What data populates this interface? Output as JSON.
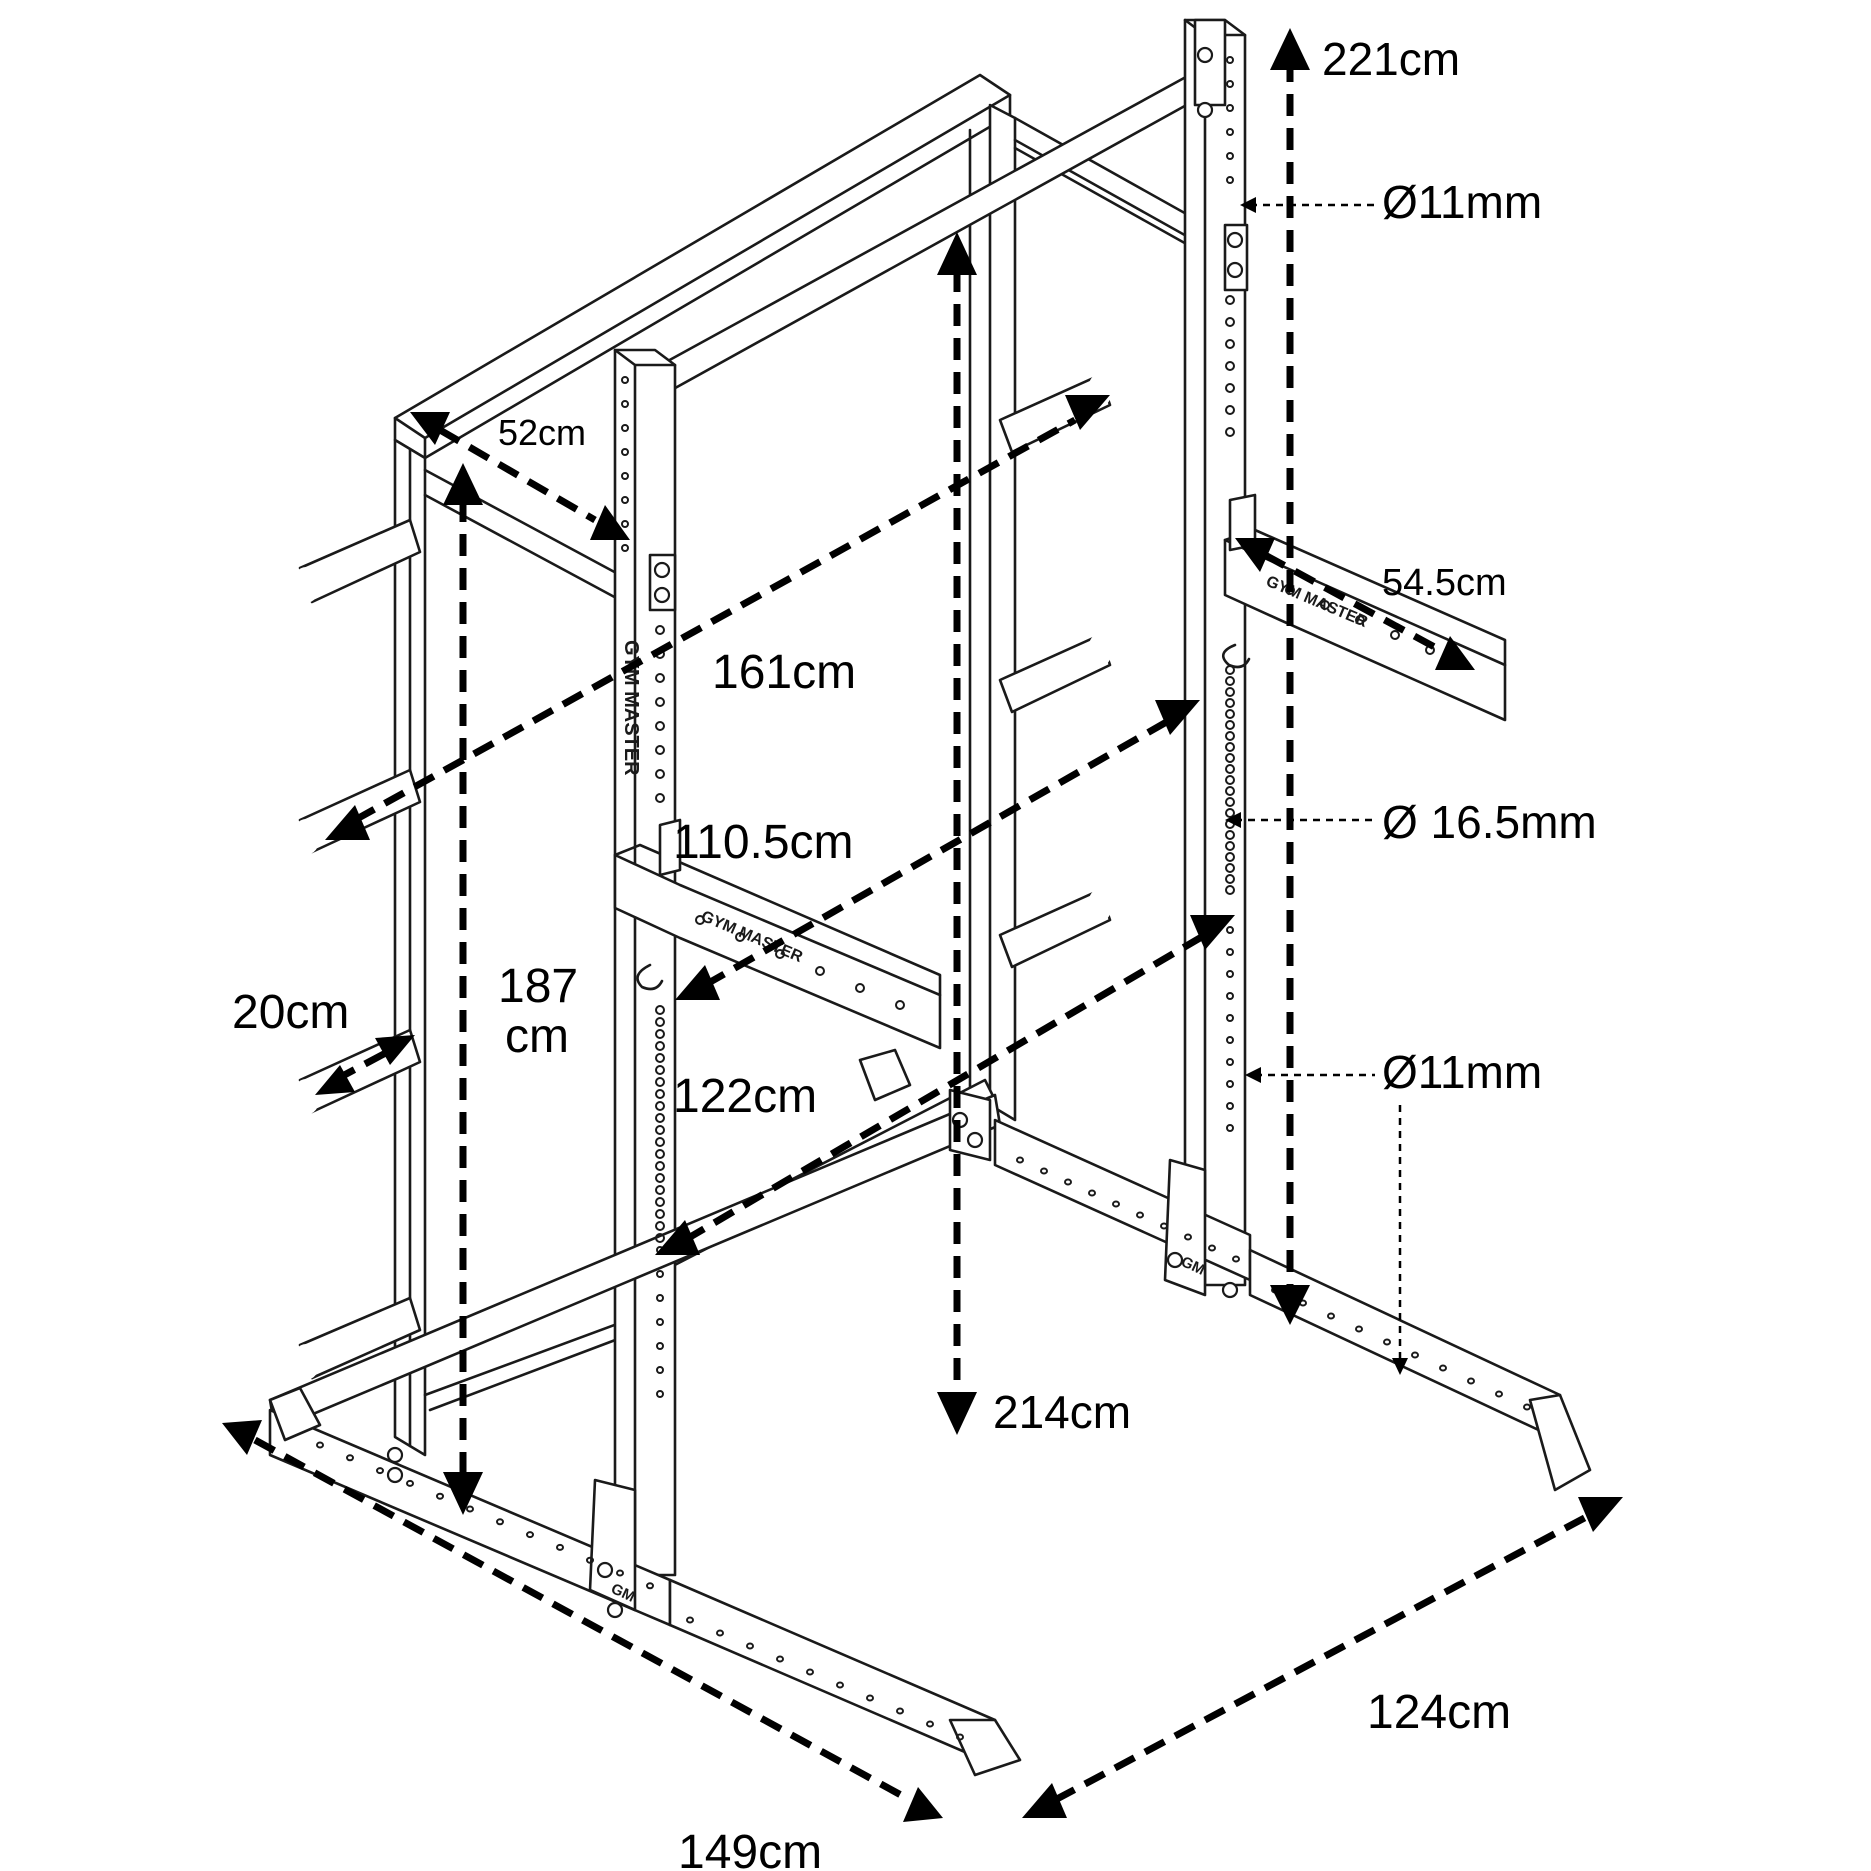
{
  "dimensions": {
    "overall_height": "221cm",
    "inner_height": "214cm",
    "depth_top": "52cm",
    "inner_width_top": "161cm",
    "inner_width_mid": "110.5cm",
    "upright_height_label_a": "187",
    "upright_height_label_b": "cm",
    "inner_width_low": "122cm",
    "plate_horn_length": "20cm",
    "spotter_arm_length": "54.5cm",
    "base_length": "149cm",
    "base_width": "124cm"
  },
  "hole_specs": {
    "top_holes": "Ø11mm",
    "mid_holes": "Ø 16.5mm",
    "low_holes": "Ø11mm"
  },
  "brand": {
    "name": "GYM MASTER",
    "badge": "GM"
  }
}
